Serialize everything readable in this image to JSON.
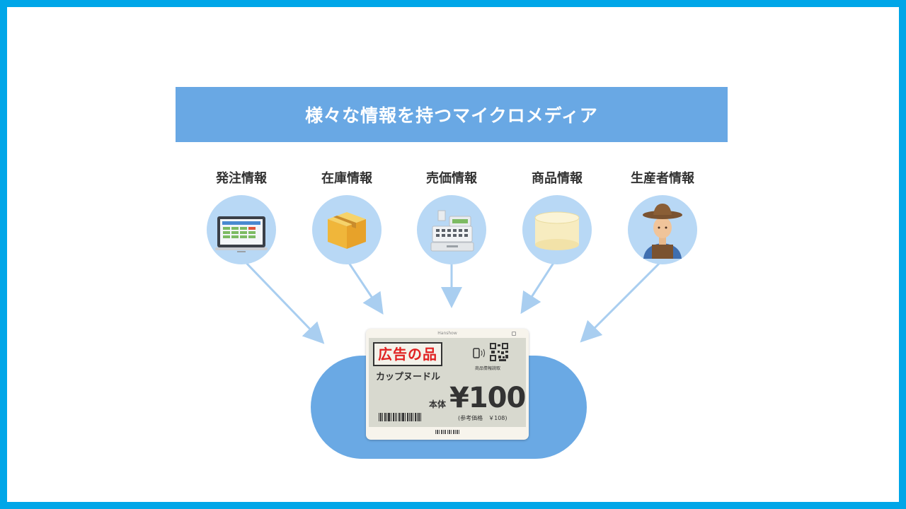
{
  "banner": {
    "title": "様々な情報を持つマイクロメディア"
  },
  "categories": [
    {
      "label": "発注情報",
      "icon": "computer-icon"
    },
    {
      "label": "在庫情報",
      "icon": "box-icon"
    },
    {
      "label": "売価情報",
      "icon": "cash-register-icon"
    },
    {
      "label": "商品情報",
      "icon": "cup-icon"
    },
    {
      "label": "生産者情報",
      "icon": "farmer-icon"
    }
  ],
  "tag": {
    "brand": "Hanshow",
    "ad_label": "広告の品",
    "product_name": "カップヌードル",
    "qr_label": "商品情報読取",
    "base_label": "本体",
    "price": "¥100",
    "tax_note": "(参考価格　￥108)"
  },
  "colors": {
    "frame": "#00a6e8",
    "banner": "#69a8e4",
    "circle": "#b8d8f5",
    "blob": "#6aa9e4",
    "arrow": "#a9cef0",
    "ad_text": "#e02020"
  }
}
